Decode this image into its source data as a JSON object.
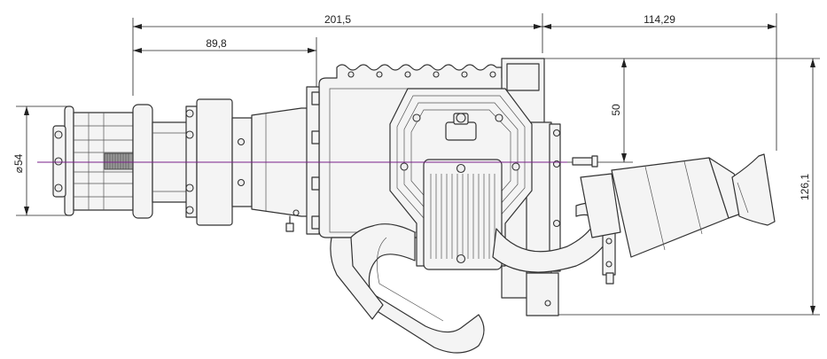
{
  "dimensions": {
    "overall_length": "201,5",
    "right_length": "114,29",
    "left_length": "89,8",
    "height_small": "50",
    "height_total": "126,1",
    "diameter": "54",
    "diameter_symbol": "⌀"
  }
}
